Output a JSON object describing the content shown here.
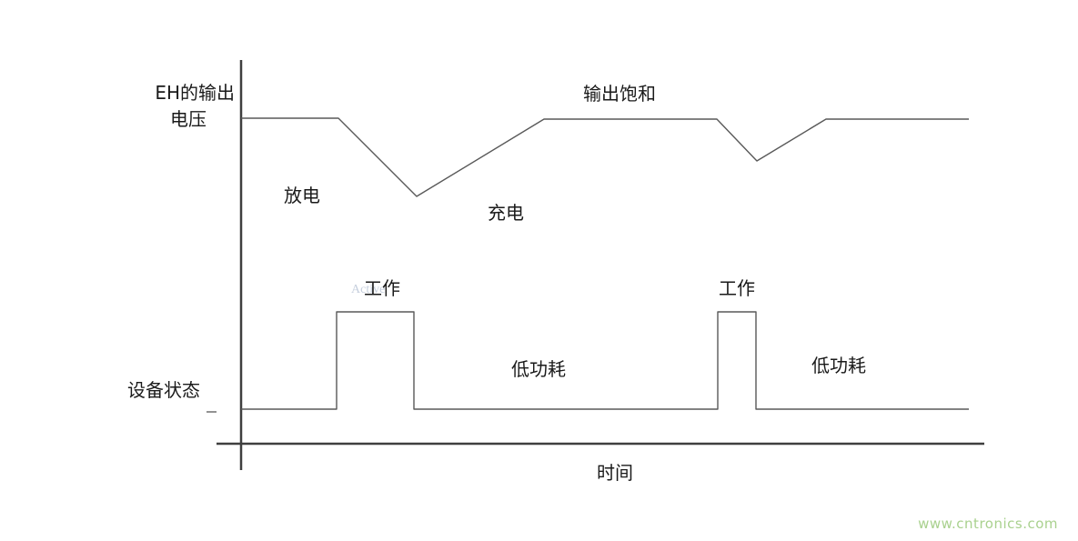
{
  "colors": {
    "axis": "#3f3f3f",
    "wave": "#595959",
    "text": "#1a1a1a",
    "ghost_text": "#b3bfd2",
    "watermark": "#a9d18e"
  },
  "y_axis_label": {
    "line1": "EH的输出",
    "line2": "电压"
  },
  "annotations": {
    "saturation": "输出饱和",
    "discharge": "放电",
    "charge": "充电",
    "work_1": "工作",
    "work_2": "工作",
    "low_power_1": "低功耗",
    "low_power_2": "低功耗",
    "device_status": "设备状态",
    "time": "时间",
    "ghost": "Active"
  },
  "watermark": "www.cntronics.com",
  "waveforms": {
    "voltage_points": [
      [
        265,
        130
      ],
      [
        372,
        130
      ],
      [
        458,
        216
      ],
      [
        598,
        131
      ],
      [
        788,
        131
      ],
      [
        832,
        177
      ],
      [
        908,
        131
      ],
      [
        1065,
        131
      ]
    ],
    "status_points": [
      [
        265,
        450
      ],
      [
        370,
        450
      ],
      [
        370,
        343
      ],
      [
        455,
        343
      ],
      [
        455,
        450
      ],
      [
        789,
        450
      ],
      [
        789,
        343
      ],
      [
        831,
        343
      ],
      [
        831,
        450
      ],
      [
        1065,
        450
      ]
    ],
    "y_axis": [
      [
        265,
        66
      ],
      [
        265,
        517
      ]
    ],
    "x_axis": [
      [
        238,
        488
      ],
      [
        1082,
        488
      ]
    ],
    "status_tick": [
      [
        227,
        453
      ],
      [
        238,
        453
      ]
    ]
  },
  "chart_data": {
    "type": "line",
    "xlabel": "时间",
    "series": [
      {
        "name": "EH的输出电压",
        "phases": [
          "输出饱和",
          "放电",
          "充电",
          "输出饱和",
          "放电",
          "充电",
          "输出饱和"
        ]
      },
      {
        "name": "设备状态",
        "phases": [
          "低功耗",
          "工作",
          "低功耗",
          "工作",
          "低功耗"
        ]
      }
    ]
  }
}
